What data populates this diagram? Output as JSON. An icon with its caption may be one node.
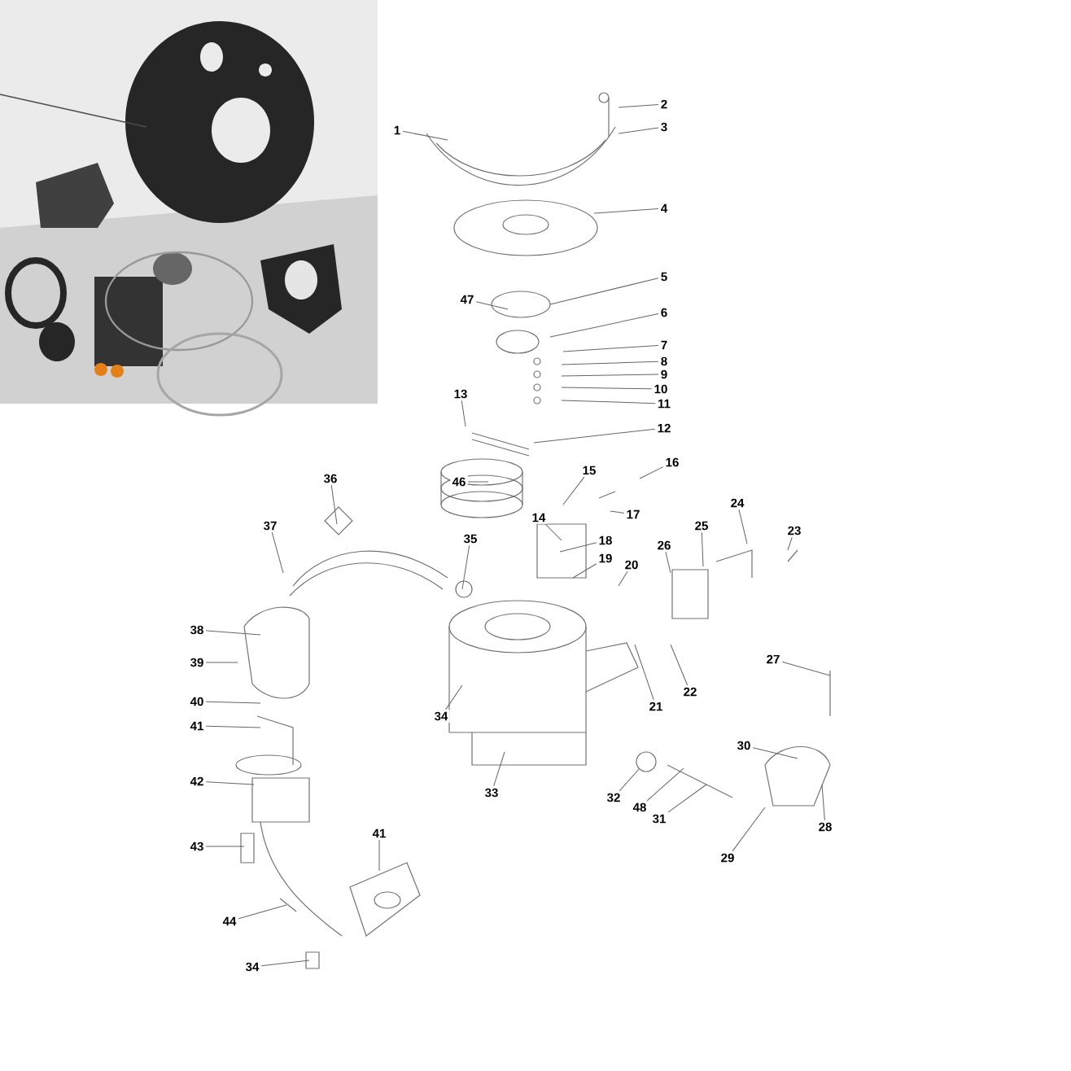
{
  "diagram": {
    "nodes": [
      {
        "text": [
          "1"
        ]
      },
      {
        "text": [
          "2"
        ]
      },
      {
        "text": [
          "3"
        ]
      },
      {
        "text": [
          "4"
        ]
      },
      {
        "text": [
          "47"
        ]
      },
      {
        "text": [
          "5"
        ]
      },
      {
        "text": [
          "6"
        ]
      },
      {
        "text": [
          "7"
        ]
      },
      {
        "text": [
          "8"
        ]
      },
      {
        "text": [
          "9"
        ]
      },
      {
        "text": [
          "10"
        ]
      },
      {
        "text": [
          "11"
        ]
      },
      {
        "text": [
          "13"
        ]
      },
      {
        "text": [
          "12"
        ]
      },
      {
        "text": [
          "46"
        ]
      },
      {
        "text": [
          "36"
        ]
      },
      {
        "text": [
          "16"
        ]
      },
      {
        "text": [
          "15"
        ]
      },
      {
        "text": [
          "37"
        ]
      },
      {
        "text": [
          "14"
        ]
      },
      {
        "text": [
          "17"
        ]
      },
      {
        "text": [
          "35"
        ]
      },
      {
        "text": [
          "18"
        ]
      },
      {
        "text": [
          "24"
        ]
      },
      {
        "text": [
          "23"
        ]
      },
      {
        "text": [
          "25"
        ]
      },
      {
        "text": [
          "26"
        ]
      },
      {
        "text": [
          "19"
        ]
      },
      {
        "text": [
          "20"
        ]
      },
      {
        "text": [
          "38"
        ]
      },
      {
        "text": [
          "39"
        ]
      },
      {
        "text": [
          "27"
        ]
      },
      {
        "text": [
          "22"
        ]
      },
      {
        "text": [
          "40"
        ]
      },
      {
        "text": [
          "21"
        ]
      },
      {
        "text": [
          "34"
        ]
      },
      {
        "text": [
          "41"
        ]
      },
      {
        "text": [
          "30"
        ]
      },
      {
        "text": [
          "42"
        ]
      },
      {
        "text": [
          "33"
        ]
      },
      {
        "text": [
          "32"
        ]
      },
      {
        "text": [
          "48"
        ]
      },
      {
        "text": [
          "31"
        ]
      },
      {
        "text": [
          "28"
        ]
      },
      {
        "text": [
          "41"
        ]
      },
      {
        "text": [
          "43"
        ]
      },
      {
        "text": [
          "29"
        ]
      },
      {
        "text": [
          "44"
        ]
      },
      {
        "text": [
          "34"
        ]
      }
    ],
    "edges": [
      {
        "from": 0,
        "to": null,
        "arrow": "none"
      },
      {
        "from": 1,
        "to": null,
        "arrow": "none"
      },
      {
        "from": 2,
        "to": null,
        "arrow": "none"
      },
      {
        "from": 3,
        "to": null,
        "arrow": "none"
      },
      {
        "from": 4,
        "to": null,
        "arrow": "none"
      },
      {
        "from": 5,
        "to": null,
        "arrow": "none"
      },
      {
        "from": 6,
        "to": null,
        "arrow": "none"
      },
      {
        "from": 7,
        "to": null,
        "arrow": "none"
      },
      {
        "from": 8,
        "to": null,
        "arrow": "none"
      },
      {
        "from": 9,
        "to": null,
        "arrow": "none"
      },
      {
        "from": 10,
        "to": null,
        "arrow": "none"
      },
      {
        "from": 11,
        "to": null,
        "arrow": "none"
      },
      {
        "from": 12,
        "to": null,
        "arrow": "none"
      },
      {
        "from": 13,
        "to": null,
        "arrow": "none"
      },
      {
        "from": 14,
        "to": null,
        "arrow": "none"
      },
      {
        "from": 15,
        "to": null,
        "arrow": "none"
      },
      {
        "from": 16,
        "to": null,
        "arrow": "none"
      },
      {
        "from": 17,
        "to": null,
        "arrow": "none"
      },
      {
        "from": 18,
        "to": null,
        "arrow": "none"
      },
      {
        "from": 19,
        "to": null,
        "arrow": "none"
      },
      {
        "from": 20,
        "to": null,
        "arrow": "none"
      },
      {
        "from": 21,
        "to": null,
        "arrow": "none"
      },
      {
        "from": 22,
        "to": null,
        "arrow": "none"
      },
      {
        "from": 23,
        "to": null,
        "arrow": "none"
      },
      {
        "from": 24,
        "to": null,
        "arrow": "none"
      },
      {
        "from": 25,
        "to": null,
        "arrow": "none"
      },
      {
        "from": 26,
        "to": null,
        "arrow": "none"
      },
      {
        "from": 27,
        "to": null,
        "arrow": "none"
      },
      {
        "from": 28,
        "to": null,
        "arrow": "none"
      },
      {
        "from": 29,
        "to": null,
        "arrow": "none"
      },
      {
        "from": 30,
        "to": null,
        "arrow": "none"
      },
      {
        "from": 31,
        "to": null,
        "arrow": "none"
      },
      {
        "from": 32,
        "to": null,
        "arrow": "none"
      },
      {
        "from": 33,
        "to": null,
        "arrow": "none"
      },
      {
        "from": 34,
        "to": null,
        "arrow": "none"
      },
      {
        "from": 35,
        "to": null,
        "arrow": "none"
      },
      {
        "from": 36,
        "to": null,
        "arrow": "none"
      },
      {
        "from": 37,
        "to": null,
        "arrow": "none"
      },
      {
        "from": 38,
        "to": null,
        "arrow": "none"
      },
      {
        "from": 39,
        "to": null,
        "arrow": "none"
      },
      {
        "from": 40,
        "to": null,
        "arrow": "none"
      },
      {
        "from": 41,
        "to": null,
        "arrow": "none"
      },
      {
        "from": 42,
        "to": null,
        "arrow": "none"
      },
      {
        "from": 43,
        "to": null,
        "arrow": "none"
      },
      {
        "from": 44,
        "to": null,
        "arrow": "none"
      },
      {
        "from": 45,
        "to": null,
        "arrow": "none"
      },
      {
        "from": 46,
        "to": null,
        "arrow": "none"
      },
      {
        "from": 47,
        "to": null,
        "arrow": "none"
      },
      {
        "from": 48,
        "to": null,
        "arrow": "none"
      }
    ]
  }
}
